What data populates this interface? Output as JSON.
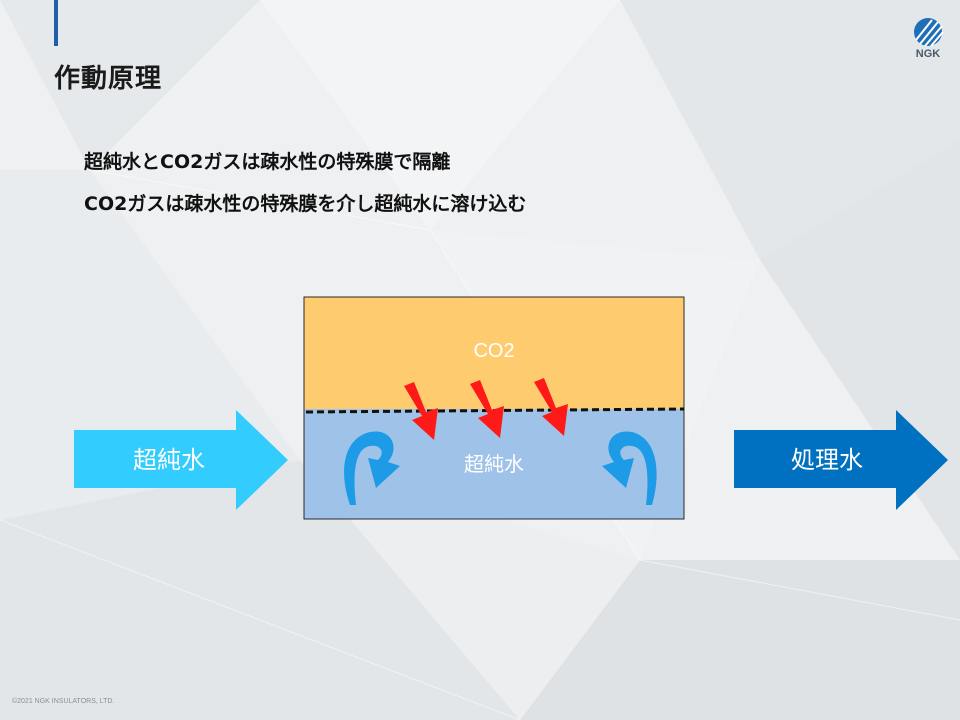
{
  "header": {
    "title": "作動原理",
    "logo_text": "NGK"
  },
  "bullets": [
    "超純水とCO2ガスは疎水性の特殊膜で隔離",
    "CO2ガスは疎水性の特殊膜を介し超純水に溶け込む"
  ],
  "diagram": {
    "gas_label": "CO2",
    "water_label": "超純水",
    "inflow_label": "超純水",
    "outflow_label": "処理水",
    "colors": {
      "gas": "#fecb6f",
      "water": "#9fc3e8",
      "inflow_arrow": "#33ccff",
      "outflow_arrow": "#0070c0",
      "diffusion_arrow": "#ff1a1a",
      "circulation_arrow": "#1e9be6"
    }
  },
  "footer": {
    "copyright": "©2021 NGK INSULATORS, LTD."
  }
}
